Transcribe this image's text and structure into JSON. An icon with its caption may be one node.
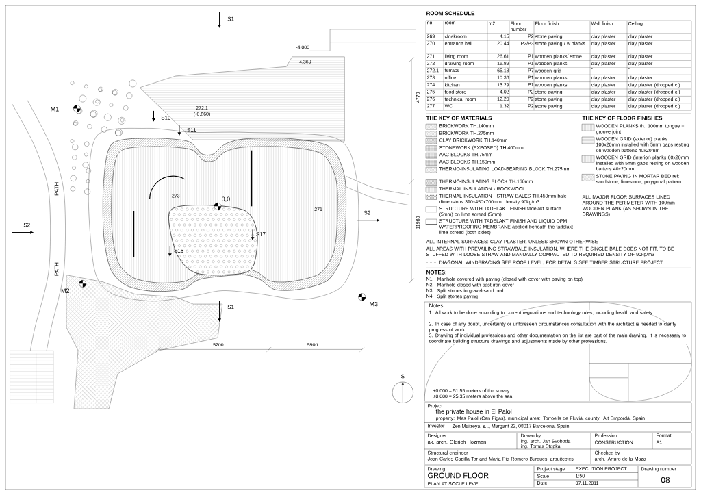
{
  "diagram": {
    "labels": [
      "S1",
      "M1",
      "272.1",
      "(-0,860)",
      "S10",
      "S11",
      "-4,000",
      "-4,360",
      "4770",
      "PATH",
      "0,0",
      "273",
      "271",
      "S2",
      "S2",
      "11980",
      "S17",
      "S16",
      "PATH",
      "M2",
      "M3",
      "S1",
      "5200",
      "5900",
      "S",
      "ROOM SCHEDULE",
      "no.",
      "room",
      "m2",
      "Floor number",
      "Floor finish",
      "Wall finish",
      "Ceiling",
      "269",
      "cloakroom",
      "4.15",
      "P2",
      "stone paving",
      "clay plaster",
      "clay plaster",
      "270",
      "entrance hall",
      "20.44",
      "P2/P3",
      "stone paving / w.planks",
      "clay plaster",
      "clay plaster",
      "271",
      "living room",
      "26.61",
      "P1",
      "wooden planks/ stone",
      "clay plaster",
      "clay plaster",
      "272",
      "drawing room",
      "16.89",
      "P1",
      "wooden planks",
      "clay plaster",
      "clay plaster",
      "272.1",
      "terrace",
      "65.18",
      "P7",
      "wooden grid",
      "-",
      "-",
      "273",
      "office",
      "10.36",
      "P1",
      "wooden planks",
      "clay plaster",
      "clay plaster",
      "274",
      "kitchen",
      "13.29",
      "P1",
      "wooden planks",
      "clay plaster",
      "clay plaster (dropped c.)",
      "275",
      "food store",
      "4.02",
      "P2",
      "stone paving",
      "clay plaster",
      "clay plaster (dropped c.)",
      "276",
      "technical room",
      "12.20",
      "P2",
      "stone paving",
      "clay plaster",
      "clay plaster (dropped c.)",
      "277",
      "WC",
      "1.32",
      "P2",
      "stone paving",
      "clay plaster",
      "clay plaster (dropped c.)",
      "THE KEY OF MATERIALS",
      "THE KEY OF FLOOR FINISHES",
      "ALL MAJOR FLOOR SURFACES LINED AROUND THE PERIMETER WITH 100mm WOODEN PLANK (AS SHOWN IN THE DRAWINGS)",
      "ALL INTERNAL SURFACES: CLAY PLASTER, UNLESS SHOWN OTHERWISE",
      "ALL AREAS WITH PREVAILING STRAWBALE INSULATION, WHERE THE SINGLE BALE DOES NOT FIT, TO BE STUFFED WITH LOOSE STRAW AND MANUALLY COMPACTED TO REQUIRED DENSITY OF 90kg/m3",
      "DIAGONAL WINDBRACING SEE ROOF LEVEL, FOR DETAILS SEE TIMBER STRUCTURE PROJECT",
      "NOTES:",
      "N1:",
      "Manhole covered with paving (closed with cover with paving on top)",
      "N2:",
      "Manhole closed with cast-iron cover",
      "N3:",
      "Split stones in gravel-sand bed",
      "N4:",
      "Split stones paving",
      "Notes:",
      "1. All work to be done according to current regulations and technology rules, including health and safety.",
      "2. In case of any doubt, uncertainty or unforeseen circumstances consultation with the architect is needed to clarify progress of work.",
      "3. Drawing of individual professions and other documentation on the list are part of the main drawing. It is necessary to coordinate building structure drawings and adjustments made by other professions.",
      "±0,000 = 51,55 meters of the survey",
      "±0,000 = 25,35 meters above the sea",
      "Project",
      "the private house in El Palol",
      "property: Mas Palol (Can Figas), municipal area: Torroella de Fluvià, county: Alt Empordà, Spain",
      "Investor",
      "Zen Maitreya, s.l., Margarit 23, 08017 Barcelona, Spain",
      "Designer",
      "ak. arch. Oldrich Hozman",
      "Drawn by",
      "ing. arch. Jan Svoboda",
      "ing. Tomas Stopka",
      "Profession",
      "CONSTRUCTION",
      "Format",
      "A1",
      "Structural engineer",
      "Joan Carles Capilla Tor and Maria Pia Romero Burgues, arquitectes",
      "Checked by",
      "arch. Arturo de la Maza",
      "Drawing",
      "GROUND FLOOR",
      "PLAN AT SOCLE LEVEL",
      "Project stage",
      "EXECUTION PROJECT",
      "Scale",
      "1:50",
      "Date",
      "07.11.2011",
      "Drawing number",
      "08"
    ],
    "legend": [
      {
        "text": "BRICKWORK TH.140mm"
      },
      {
        "text": "BRICKWORK TH.275mm"
      },
      {
        "text": "CLAY BRICKWORK TH.140mm"
      },
      {
        "text": "STONEWORK (EXPOSED) TH.400mm"
      },
      {
        "text": "AAC BLOCKS TH.75mm"
      },
      {
        "text": "AAC BLOCKS TH.150mm"
      },
      {
        "text": "THERMO-INSULATING LOAD-BEARING BLOCK TH.275mm"
      },
      {
        "text": "THERMO-INSULATING BLOCK TH.150mm"
      },
      {
        "text": "THERMAL INSULATION - ROCKWOOL"
      },
      {
        "text": "THERMAL INSULATION - STRAW BALES TH.450mm bale dimensions 390x450x700mm, density 90kg/m3"
      },
      {
        "text": "STRUCTURE WITH TADELAKT FINISH tadelakt surface (5mm) on lime screed (5mm)"
      },
      {
        "text": "STRUCTURE WITH TADELAKT FINISH AND LIQUID DPM WATERPROOFING MEMBRANE applied beneath the tadelakt lime screed (both sides)"
      },
      {
        "text": "WOODEN PLANKS th. 100mm tongue + groove joint"
      },
      {
        "text": "WOODEN GRID (exterior) planks 100x20mm installed with 5mm gaps resting on wooden battens 40x20mm"
      },
      {
        "text": "WOODEN GRID (interior) planks 60x20mm installed with 5mm gaps resting on wooden battens 40x20mm"
      },
      {
        "text": "STONE PAVING IN MORTAR BED ref: sandstone, limestone, polygonal pattern"
      }
    ]
  }
}
